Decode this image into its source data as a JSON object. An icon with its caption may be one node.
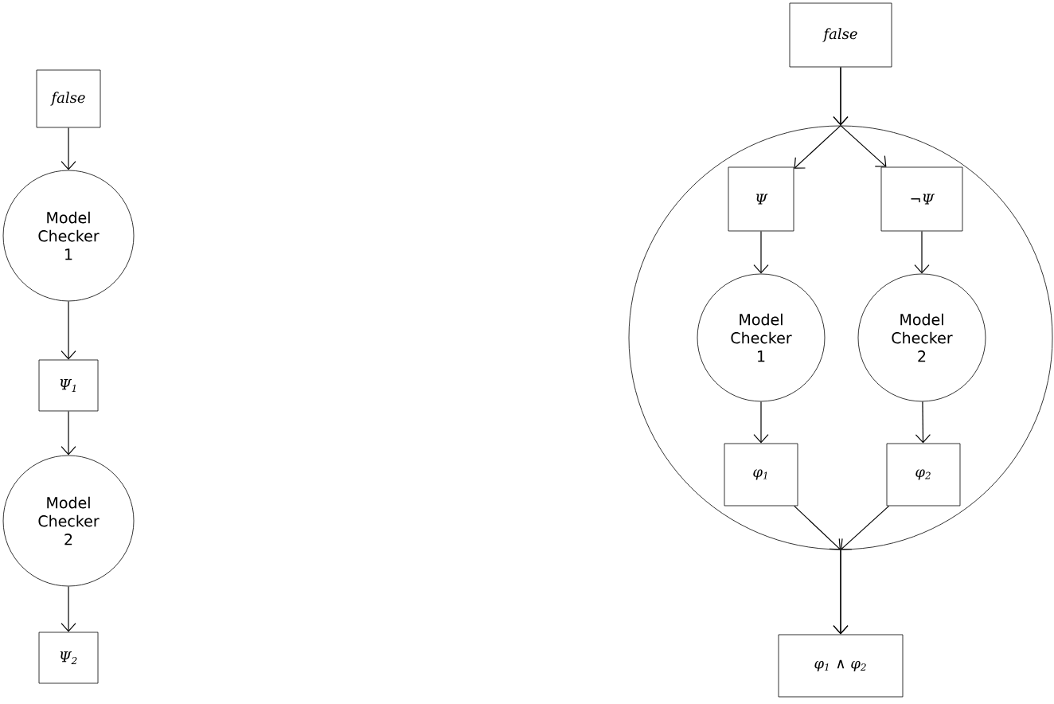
{
  "diagram": {
    "nodes": [
      {
        "text": [
          "false"
        ]
      },
      {
        "text": [
          "Model Checker 1"
        ]
      },
      {
        "text": [
          "Ψ$_{1}$"
        ]
      },
      {
        "text": [
          "Model Checker 2"
        ]
      },
      {
        "text": [
          "Ψ$_{2}$"
        ]
      },
      {
        "text": [
          "false"
        ]
      },
      {
        "text": [],
        "shape": "circle"
      },
      {
        "text": [
          "Ψ"
        ],
        "in": 6
      },
      {
        "text": [
          "¬Ψ"
        ],
        "in": 6
      },
      {
        "text": [
          "Model Checker 1"
        ],
        "in": 6
      },
      {
        "text": [
          "Model Checker 2"
        ],
        "in": 6
      },
      {
        "text": [
          "φ$_{1}$"
        ],
        "in": 6
      },
      {
        "text": [
          "φ$_{2}$"
        ],
        "in": 6
      },
      {
        "text": [
          "φ$_{1}$ ∧ φ$_{2}$"
        ]
      }
    ],
    "edges": [
      {
        "from": 0,
        "to": 1,
        "arrow": "to"
      },
      {
        "from": 1,
        "to": 2,
        "arrow": "to"
      },
      {
        "from": 2,
        "to": 3,
        "arrow": "to"
      },
      {
        "from": 3,
        "to": 4,
        "arrow": "to"
      },
      {
        "from": 5,
        "to": 7,
        "arrow": "to"
      },
      {
        "from": 5,
        "to": 8,
        "arrow": "to"
      },
      {
        "from": 7,
        "to": 9,
        "arrow": "to"
      },
      {
        "from": 8,
        "to": 10,
        "arrow": "to"
      },
      {
        "from": 9,
        "to": 11,
        "arrow": "to"
      },
      {
        "from": 10,
        "to": 12,
        "arrow": "to"
      },
      {
        "from": 11,
        "to": 13,
        "arrow": "to"
      },
      {
        "from": 12,
        "to": 13,
        "arrow": "to"
      }
    ]
  }
}
